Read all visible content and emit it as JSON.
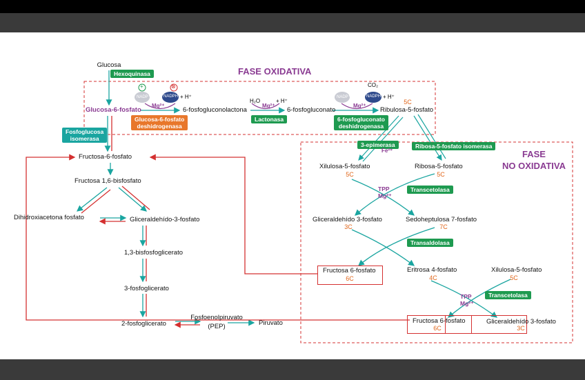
{
  "title_oxidative": "FASE OXIDATIVA",
  "title_nonoxidative_line1": "FASE",
  "title_nonoxidative_line2": "NO OXIDATIVA",
  "metabolites": {
    "glucosa": "Glucosa",
    "g6p": "Glucosa-6-fosfato",
    "pgl": "6-fosfogluconolactona",
    "pg6": "6-fosfogluconato",
    "ru5p": "Ribulosa-5-fosfato",
    "f6p": "Fructosa-6-fosfato",
    "f16bp": "Fructosa 1,6-bisfosfato",
    "dhap": "Dihidroxiacetona fosfato",
    "g3p": "Gliceraldehído-3-fosfato",
    "bpg13": "1,3-bisfosfoglicerato",
    "pg3": "3-fosfoglicerato",
    "pg2": "2-fosfoglicerato",
    "pep_line1": "Fosfoenolpiruvato",
    "pep_line2": "(PEP)",
    "piruvato": "Piruvato",
    "xu5p": "Xilulosa-5-fosfato",
    "r5p": "Ribosa-5-fosfato",
    "g3p_no": "Gliceraldehído 3-fosfato",
    "s7p": "Sedoheptulosa 7-fosfato",
    "f6p_box": "Fructosa 6-fosfato",
    "e4p": "Eritrosa 4-fosfato",
    "xu5p_2": "Xilulosa-5-fosfato",
    "f6p_box2": "Fructosa 6-fosfato",
    "g3p_2": "Gliceraldehído 3-fosfato"
  },
  "carbons": {
    "ru5p": "5C",
    "xu5p": "5C",
    "r5p": "5C",
    "g3p_no": "3C",
    "s7p": "7C",
    "f6p_box": "6C",
    "e4p": "4C",
    "xu5p_2": "5C",
    "f6p_box2": "6C",
    "g3p_2": "3C"
  },
  "enzymes": {
    "hexoquinasa": "Hexoquinasa",
    "g6pdh_line1": "Glucosa-6-fosfato",
    "g6pdh_line2": "deshidrogenasa",
    "lactonasa": "Lactonasa",
    "pgdh_line1": "6-fosfogluconato",
    "pgdh_line2": "deshidrogenasa",
    "fosfoglucosa_line1": "Fosfoglucosa",
    "fosfoglucosa_line2": "isomerasa",
    "epimerasa": "3-epimerasa",
    "r5p_isomerasa": "Ribosa-5-fosfato isomerasa",
    "transcetolasa1": "Transcetolasa",
    "transaldolasa": "Transaldolasa",
    "transcetolasa2": "Transcetolasa"
  },
  "cofactors": {
    "nadp": "NADP⁺",
    "nadph": "NADPH",
    "hplus": "+ H⁺",
    "mg": "Mg²⁺",
    "h2o": "H₂O",
    "co2": "CO₂",
    "fe": "Fe²⁺",
    "tpp": "TPP",
    "plus_icon": "+",
    "minus_icon": "⊗"
  },
  "colors": {
    "teal": "#1aa5a0",
    "red": "#d43030",
    "green": "#1e9a50",
    "orange": "#e8772b",
    "purple": "#8a3b92"
  }
}
